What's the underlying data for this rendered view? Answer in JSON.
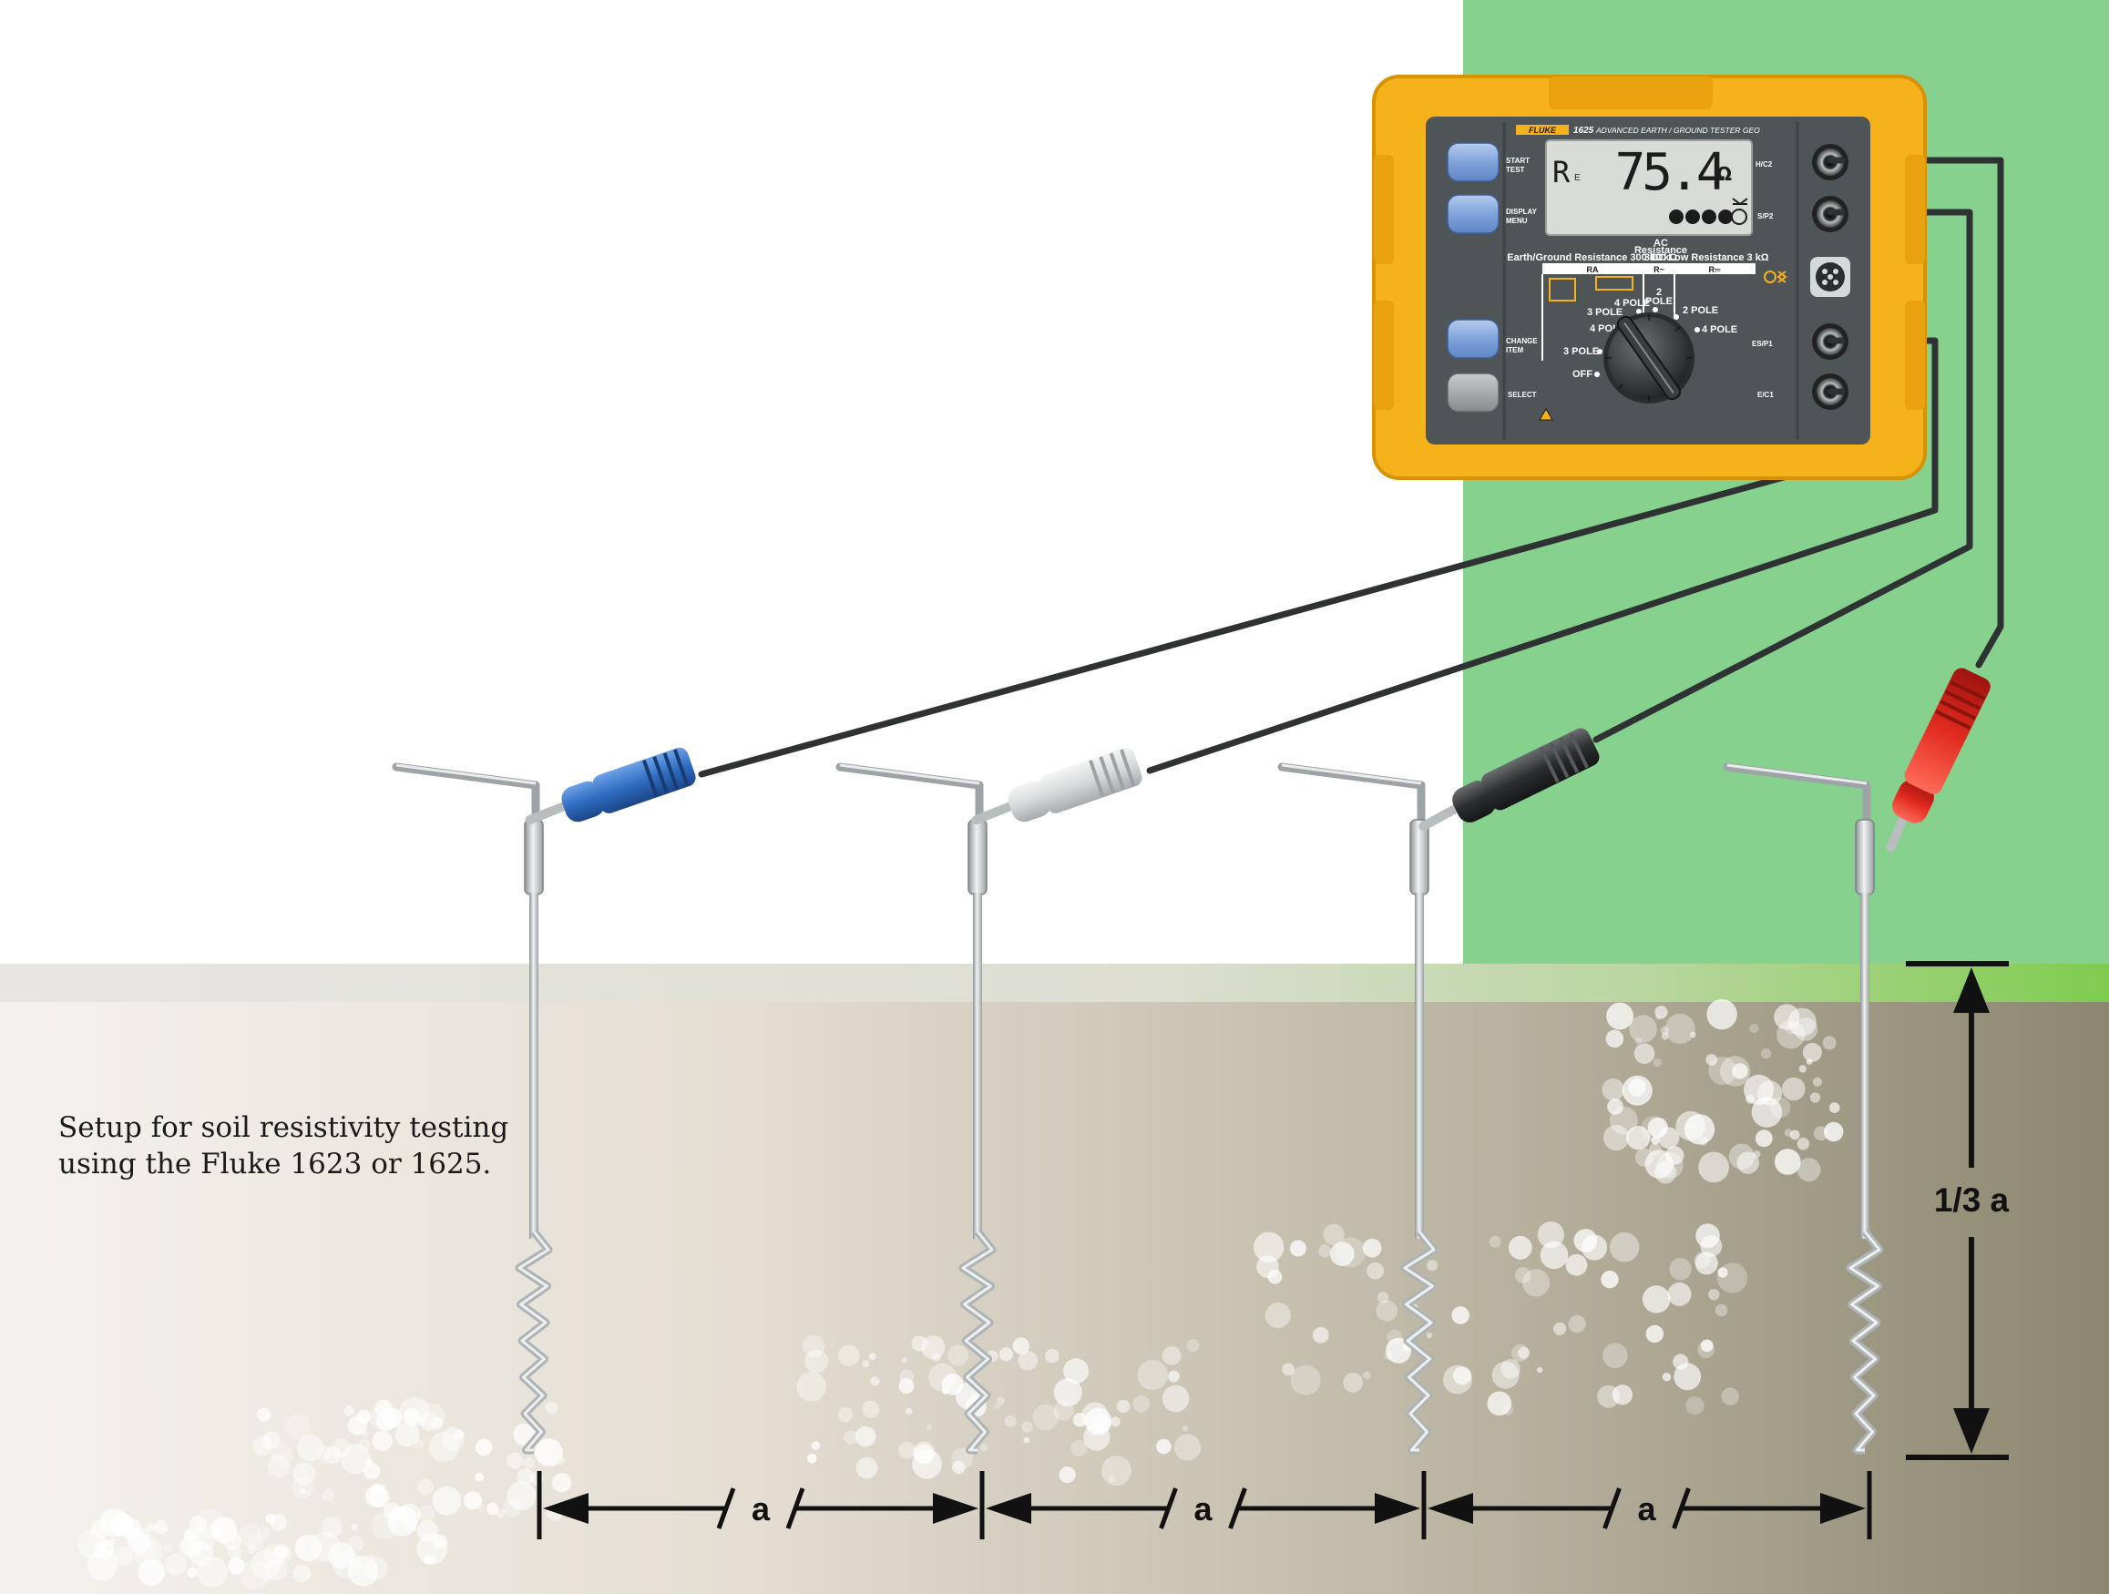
{
  "caption": {
    "line1": "Setup for soil resistivity testing",
    "line2": "using the Fluke 1623 or 1625."
  },
  "meter": {
    "brand": "FLUKE",
    "model": "1625",
    "model_title": "ADVANCED EARTH / GROUND TESTER GEO",
    "display_prefix": "R",
    "display_prefix_sub": "E",
    "display_value": "75.4",
    "display_unit": "Ω",
    "buttons": {
      "start": [
        "START",
        "TEST"
      ],
      "display": [
        "DISPLAY",
        "MENU"
      ],
      "change": [
        "CHANGE",
        "ITEM"
      ],
      "select": "SELECT"
    },
    "terminals": {
      "h": "H/C2",
      "s": "S/P2",
      "es": "ES/P1",
      "e": "E/C1"
    },
    "dial": {
      "ac_header": [
        "AC",
        "Resistance"
      ],
      "earth_header": "Earth/Ground Resistance 300 kΩ",
      "r_tilde_header": "300 kΩ",
      "dc_header": "DC Low Resistance 3 kΩ",
      "ra": "RA",
      "r_tilde": "R~",
      "r_dc": "R═",
      "pos_3pole_top": "3 POLE",
      "pos_4pole_top": "4 POLE",
      "pos_2pole_mid": "2",
      "pos_2pole_mid_b": "POLE",
      "pos_2pole_right": "2 POLE",
      "pos_4pole_right": "4 POLE",
      "pos_4pole_left": "4 POLE",
      "pos_3pole_left": "3 POLE",
      "off": "OFF"
    }
  },
  "dimensions": {
    "spacing": "a",
    "depth": "1/3 a"
  },
  "colors": {
    "meter_body": "#F6B21B",
    "panel": "#4F5556",
    "button_blue": "#7FA3DB",
    "button_gray": "#9AA0A0",
    "lcd": "#D9DCD6",
    "grass": "#86D18E",
    "soil_dark": "#8E8A71",
    "soil_light": "#F2F0EB",
    "clip_blue": "#2F6CC1",
    "clip_white": "#D9DCDD",
    "clip_black": "#2B2D2E",
    "clip_red": "#E12A1F"
  }
}
